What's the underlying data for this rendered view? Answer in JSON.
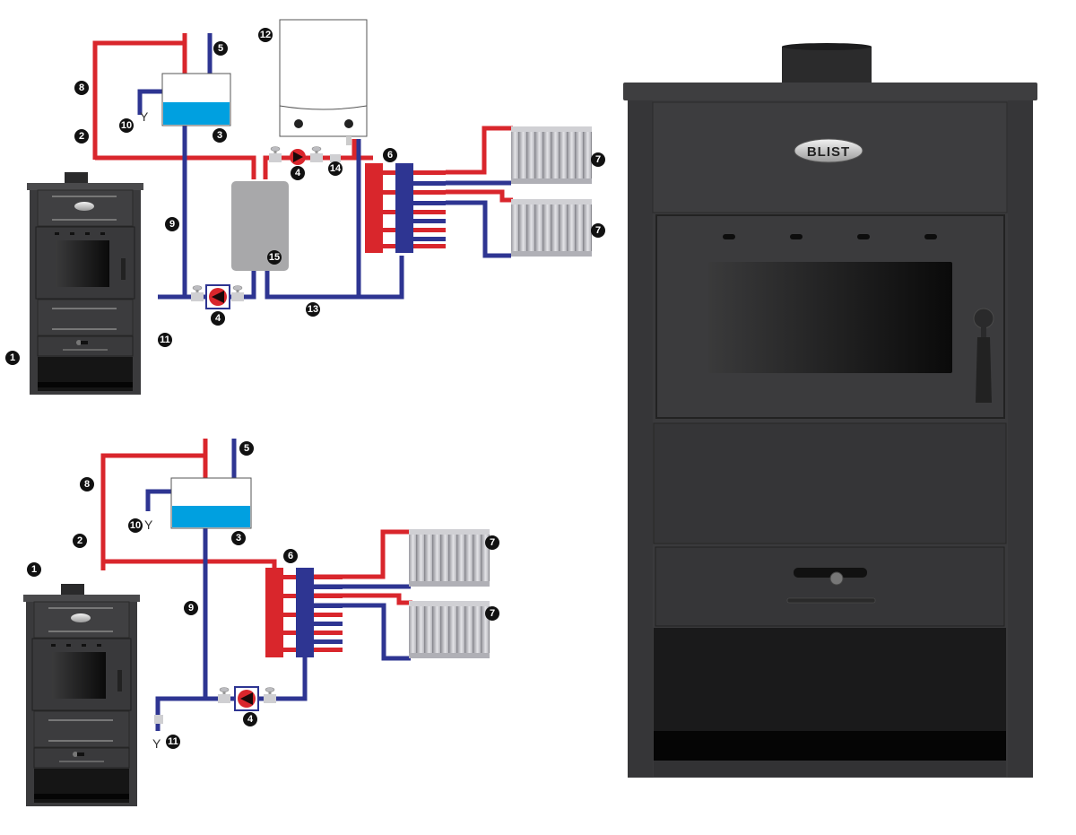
{
  "brand": "BLIST",
  "colors": {
    "hot": "#d9262c",
    "cold": "#2e3592",
    "water": "#00a0e0",
    "stove": "#3a3a3c",
    "stove_dark": "#1c1c1d",
    "radiator": "#c8c8cc",
    "buffer": "#a8a8aa"
  },
  "diagram_top": {
    "labels": {
      "stove": "1",
      "flow_pipe": "2",
      "expansion_tank": "3",
      "pump": "4",
      "vent": "5",
      "manifold": "6",
      "radiator_a": "7",
      "radiator_b": "7",
      "safety_flow": "8",
      "safety_return": "9",
      "overflow": "10",
      "drain": "11",
      "gas_boiler": "12",
      "return_pipe": "13",
      "valve": "14",
      "buffer_tank": "15",
      "pump_b": "4"
    }
  },
  "diagram_bottom": {
    "labels": {
      "stove": "1",
      "flow_pipe": "2",
      "expansion_tank": "3",
      "pump": "4",
      "vent": "5",
      "manifold": "6",
      "radiator_a": "7",
      "radiator_b": "7",
      "safety_flow": "8",
      "safety_return": "9",
      "overflow": "10",
      "drain": "11"
    }
  }
}
